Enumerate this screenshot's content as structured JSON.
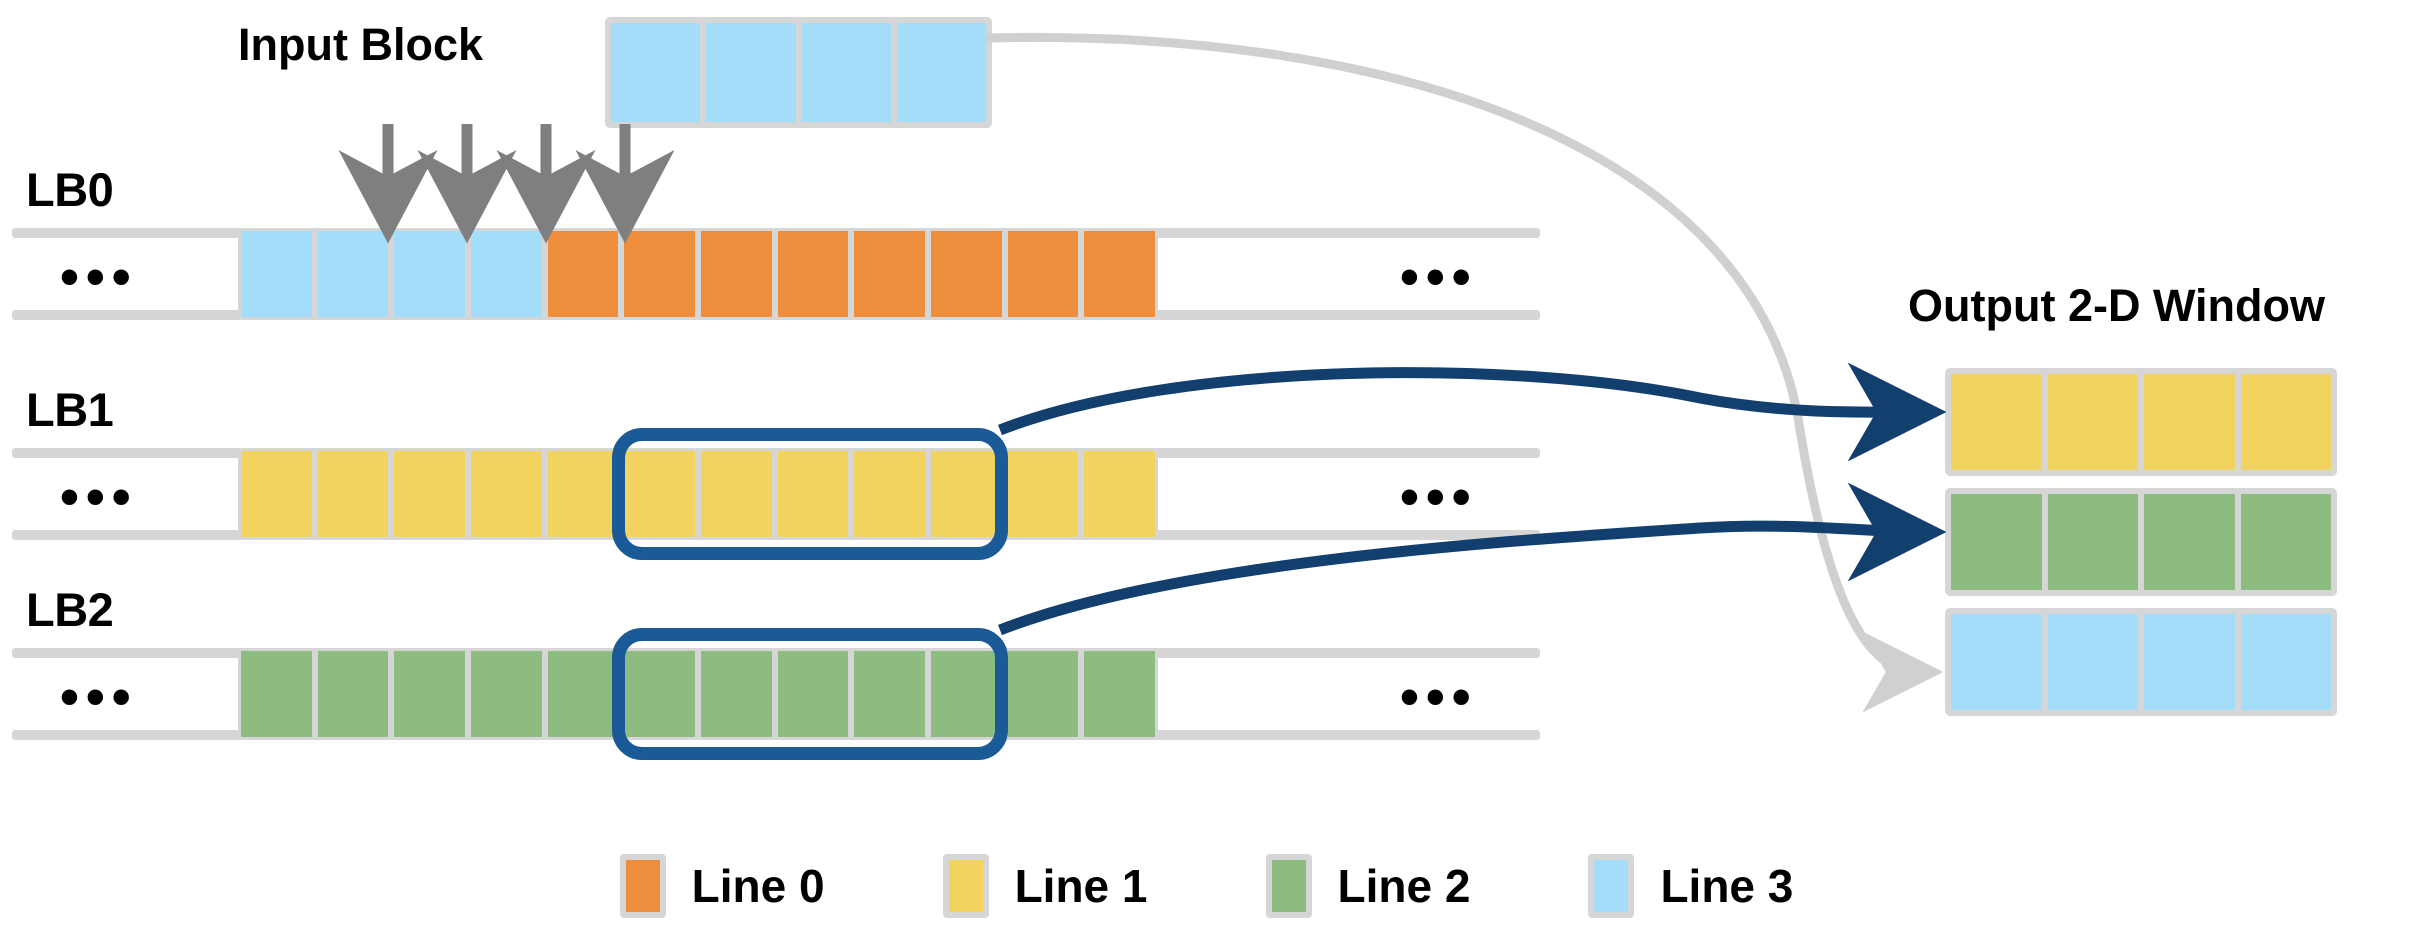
{
  "colors": {
    "line0_orange": "#EE8D3C",
    "line1_yellow": "#F3D35F",
    "line2_green": "#8CBC7F",
    "line3_blue": "#A3DDF9",
    "frame_gray": "#D6D6D6",
    "highlight_navy": "#1A5A96",
    "arrow_navy": "#123F6D",
    "arrow_gray": "#9A9A9A",
    "faint_gray": "#D0D0D0",
    "text_black": "#000000"
  },
  "labels": {
    "input_block": "Input Block",
    "output_window": "Output 2-D Window",
    "ellipsis": "•••"
  },
  "input_block": {
    "name": "Input Block",
    "cell_count": 4,
    "color": "#A3DDF9"
  },
  "line_buffers": [
    {
      "label": "LB0",
      "left_ellipsis": "...",
      "right_ellipsis": "...",
      "cells": [
        {
          "color": "#A3DDF9"
        },
        {
          "color": "#A3DDF9"
        },
        {
          "color": "#A3DDF9"
        },
        {
          "color": "#A3DDF9"
        },
        {
          "color": "#EE8D3C"
        },
        {
          "color": "#EE8D3C"
        },
        {
          "color": "#EE8D3C"
        },
        {
          "color": "#EE8D3C"
        },
        {
          "color": "#EE8D3C"
        },
        {
          "color": "#EE8D3C"
        },
        {
          "color": "#EE8D3C"
        },
        {
          "color": "#EE8D3C"
        }
      ],
      "highlighted": false,
      "incoming_arrows": 4
    },
    {
      "label": "LB1",
      "left_ellipsis": "...",
      "right_ellipsis": "...",
      "cells": [
        {
          "color": "#F3D35F"
        },
        {
          "color": "#F3D35F"
        },
        {
          "color": "#F3D35F"
        },
        {
          "color": "#F3D35F"
        },
        {
          "color": "#F3D35F"
        },
        {
          "color": "#F3D35F"
        },
        {
          "color": "#F3D35F"
        },
        {
          "color": "#F3D35F"
        },
        {
          "color": "#F3D35F"
        },
        {
          "color": "#F3D35F"
        },
        {
          "color": "#F3D35F"
        },
        {
          "color": "#F3D35F"
        }
      ],
      "highlighted": true,
      "highlight_start_index": 4,
      "highlight_span": 4,
      "incoming_arrows": 0
    },
    {
      "label": "LB2",
      "left_ellipsis": "...",
      "right_ellipsis": "...",
      "cells": [
        {
          "color": "#8CBC7F"
        },
        {
          "color": "#8CBC7F"
        },
        {
          "color": "#8CBC7F"
        },
        {
          "color": "#8CBC7F"
        },
        {
          "color": "#8CBC7F"
        },
        {
          "color": "#8CBC7F"
        },
        {
          "color": "#8CBC7F"
        },
        {
          "color": "#8CBC7F"
        },
        {
          "color": "#8CBC7F"
        },
        {
          "color": "#8CBC7F"
        },
        {
          "color": "#8CBC7F"
        },
        {
          "color": "#8CBC7F"
        }
      ],
      "highlighted": true,
      "highlight_start_index": 4,
      "highlight_span": 4,
      "incoming_arrows": 0
    }
  ],
  "output_window": {
    "title": "Output 2-D Window",
    "rows": [
      {
        "color": "#F3D35F",
        "cell_count": 4,
        "source": "LB1",
        "arrow": "navy"
      },
      {
        "color": "#8CBC7F",
        "cell_count": 4,
        "source": "LB2",
        "arrow": "navy"
      },
      {
        "color": "#A3DDF9",
        "cell_count": 4,
        "source": "Input Block",
        "arrow": "gray"
      }
    ]
  },
  "legend": {
    "items": [
      {
        "label": "Line 0",
        "color": "#EE8D3C"
      },
      {
        "label": "Line 1",
        "color": "#F3D35F"
      },
      {
        "label": "Line 2",
        "color": "#8CBC7F"
      },
      {
        "label": "Line 3",
        "color": "#A3DDF9"
      }
    ]
  }
}
